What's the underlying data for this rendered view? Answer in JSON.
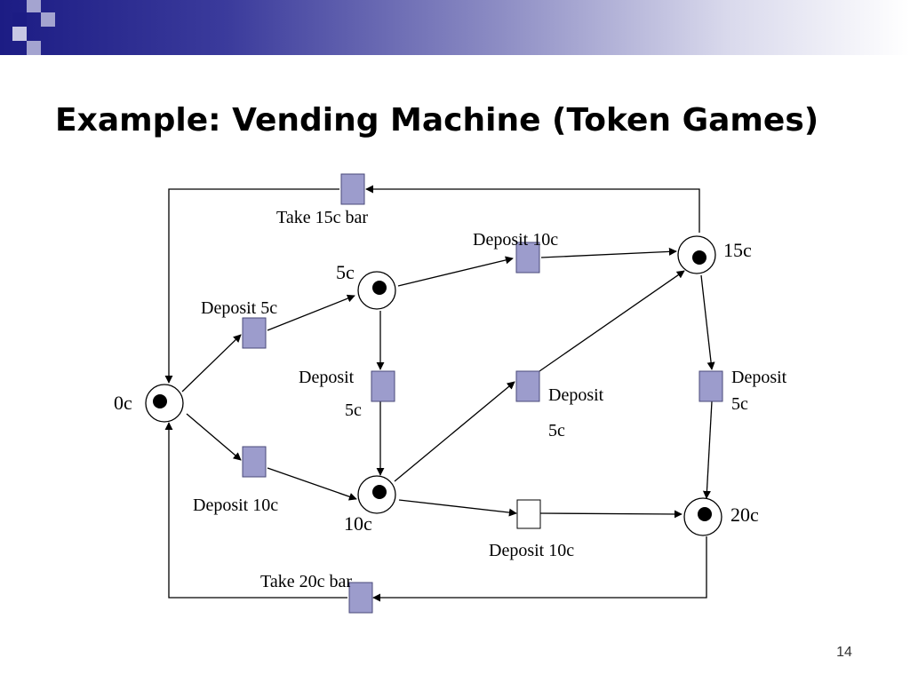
{
  "slide": {
    "title": "Example: Vending Machine (Token Games)",
    "page_number": "14"
  },
  "colors": {
    "band_dark": "#1c1c84",
    "corner_light": "#a4a4d0",
    "transition_fill": "#9c9ccc",
    "transition_stroke": "#4a4a7a",
    "token": "#000000"
  },
  "places": {
    "p0": {
      "label": "0c",
      "tokens": 1
    },
    "p5": {
      "label": "5c",
      "tokens": 1
    },
    "p10": {
      "label": "10c",
      "tokens": 1
    },
    "p15": {
      "label": "15c",
      "tokens": 1
    },
    "p20": {
      "label": "20c",
      "tokens": 1
    }
  },
  "transitions": {
    "t_take15": {
      "label": "Take 15c bar",
      "enabled": true
    },
    "t_dep10_5_15": {
      "label": "Deposit 10c",
      "enabled": true
    },
    "t_dep5_0_5": {
      "label": "Deposit 5c",
      "enabled": true
    },
    "t_dep5_5_10": {
      "label_line1": "Deposit",
      "label_line2": "5c",
      "enabled": true
    },
    "t_dep5_10_15": {
      "label_line1": "Deposit",
      "label_line2": "5c",
      "enabled": true
    },
    "t_dep5_15_20": {
      "label_line1": "Deposit",
      "label_line2": "5c",
      "enabled": true
    },
    "t_dep10_0_10": {
      "label": "Deposit 10c",
      "enabled": true
    },
    "t_dep10_10_20": {
      "label": "Deposit 10c",
      "enabled": false
    },
    "t_take20": {
      "label": "Take 20c bar",
      "enabled": true
    }
  }
}
